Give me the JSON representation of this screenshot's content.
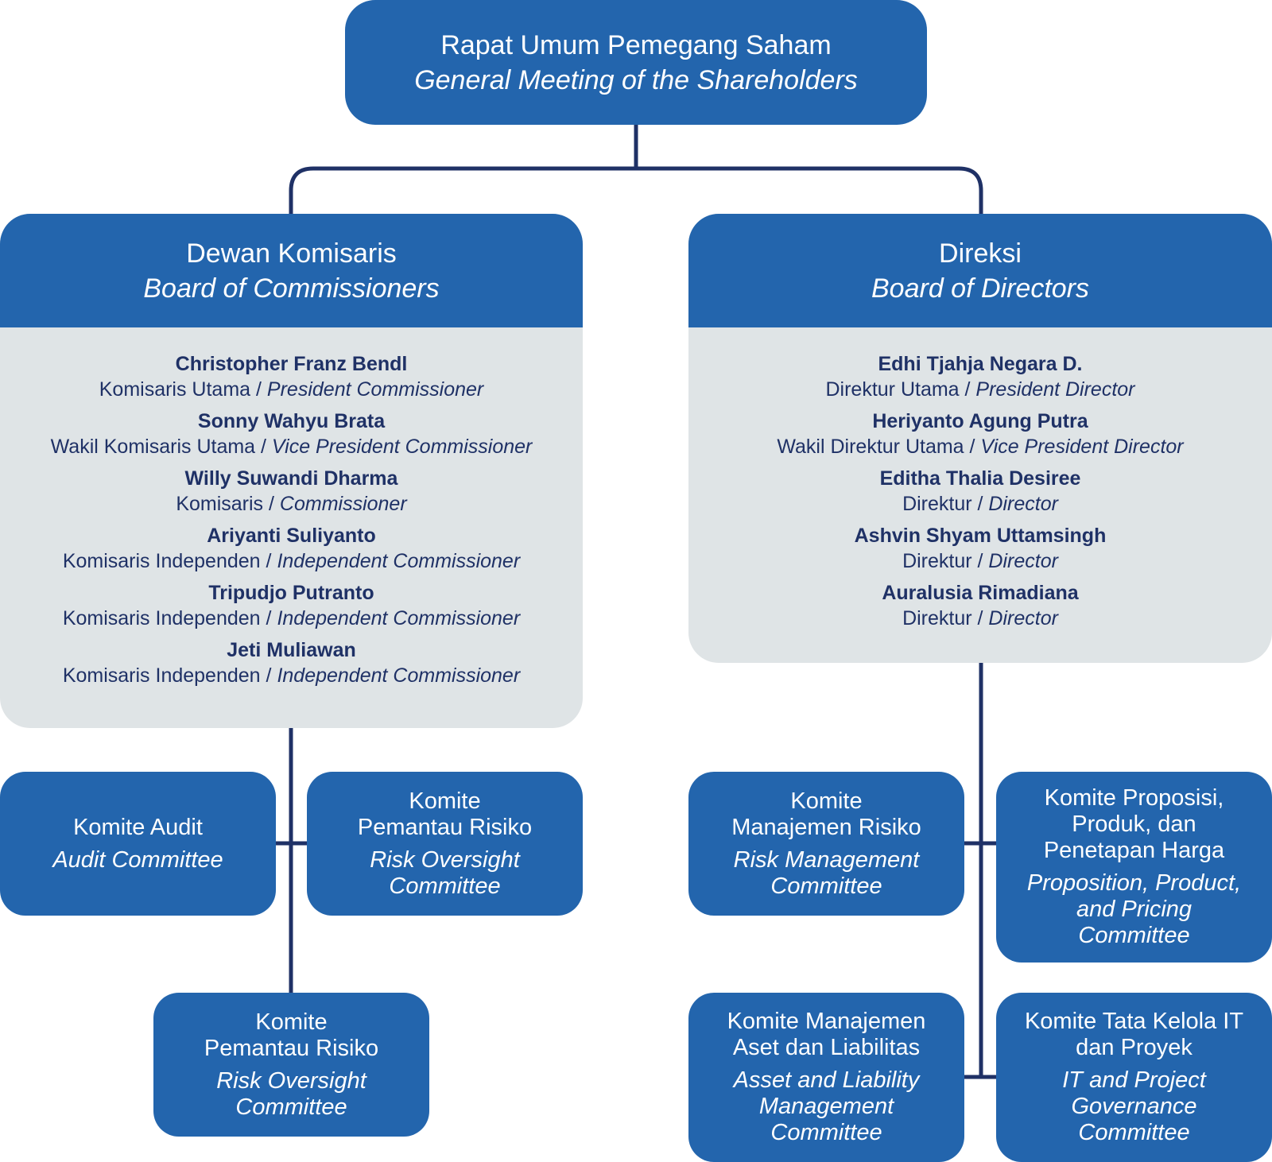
{
  "colors": {
    "box_fill": "#2365ad",
    "panel_fill": "#dfe4e6",
    "connector": "#1f3166",
    "name_text": "#1f3166"
  },
  "gms": {
    "id": "Rapat Umum Pemegang Saham",
    "en": "General Meeting of the Shareholders"
  },
  "boc": {
    "id": "Dewan Komisaris",
    "en": "Board of Commissioners",
    "members": [
      {
        "name": "Christopher Franz Bendl",
        "role_id": "Komisaris Utama",
        "role_en": "President Commissioner"
      },
      {
        "name": "Sonny Wahyu Brata",
        "role_id": "Wakil Komisaris Utama",
        "role_en": "Vice President Commissioner"
      },
      {
        "name": "Willy Suwandi Dharma",
        "role_id": "Komisaris",
        "role_en": "Commissioner"
      },
      {
        "name": "Ariyanti Suliyanto",
        "role_id": "Komisaris Independen",
        "role_en": "Independent Commissioner"
      },
      {
        "name": "Tripudjo Putranto",
        "role_id": "Komisaris Independen",
        "role_en": "Independent Commissioner"
      },
      {
        "name": "Jeti Muliawan",
        "role_id": "Komisaris Independen",
        "role_en": "Independent Commissioner"
      }
    ]
  },
  "bod": {
    "id": "Direksi",
    "en": "Board of Directors",
    "members": [
      {
        "name": "Edhi Tjahja Negara D.",
        "role_id": "Direktur Utama",
        "role_en": "President Director"
      },
      {
        "name": "Heriyanto Agung Putra",
        "role_id": "Wakil Direktur Utama",
        "role_en": "Vice President Director"
      },
      {
        "name": "Editha Thalia Desiree",
        "role_id": "Direktur",
        "role_en": "Director"
      },
      {
        "name": "Ashvin Shyam Uttamsingh",
        "role_id": "Direktur",
        "role_en": "Director"
      },
      {
        "name": "Auralusia Rimadiana",
        "role_id": "Direktur",
        "role_en": "Director"
      }
    ]
  },
  "role_separator": " / ",
  "committees": {
    "audit": {
      "id": "Komite Audit",
      "en": "Audit Committee"
    },
    "risk_oversight_1": {
      "id": [
        "Komite",
        "Pemantau Risiko"
      ],
      "en": [
        "Risk Oversight",
        "Committee"
      ]
    },
    "risk_oversight_2": {
      "id": [
        "Komite",
        "Pemantau Risiko"
      ],
      "en": [
        "Risk Oversight",
        "Committee"
      ]
    },
    "risk_management": {
      "id": [
        "Komite",
        "Manajemen Risiko"
      ],
      "en": [
        "Risk Management",
        "Committee"
      ]
    },
    "proposition": {
      "id": [
        "Komite Proposisi,",
        "Produk, dan",
        "Penetapan Harga"
      ],
      "en": [
        "Proposition, Product,",
        "and Pricing",
        "Committee"
      ]
    },
    "alco": {
      "id": [
        "Komite Manajemen",
        "Aset dan Liabilitas"
      ],
      "en": [
        "Asset and Liability",
        "Management",
        "Committee"
      ]
    },
    "it_governance": {
      "id": [
        "Komite Tata Kelola IT",
        "dan Proyek"
      ],
      "en": [
        "IT and Project",
        "Governance",
        "Committee"
      ]
    }
  }
}
